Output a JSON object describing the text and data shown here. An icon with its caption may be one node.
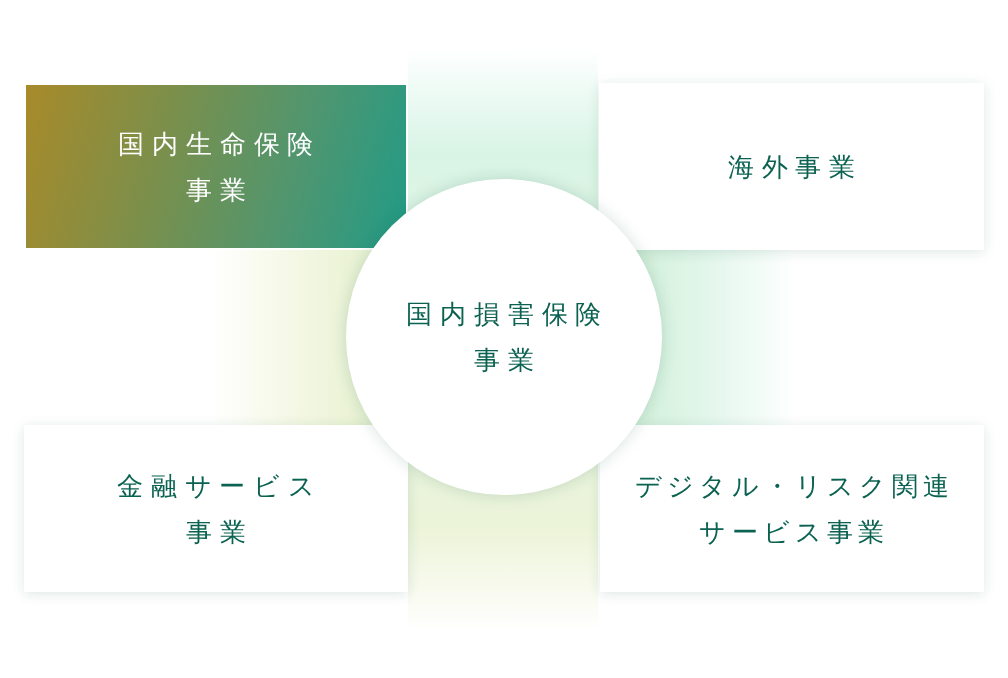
{
  "diagram": {
    "nodes": [
      {
        "text": [
          "国内生命保険事業"
        ]
      },
      {
        "text": [
          "海外事業"
        ]
      },
      {
        "text": [
          "国内損害保険事業"
        ]
      },
      {
        "text": [
          "金融サービス事業"
        ]
      },
      {
        "text": [
          "デジタル・リスク関連サービス事業"
        ]
      }
    ],
    "edges": []
  }
}
